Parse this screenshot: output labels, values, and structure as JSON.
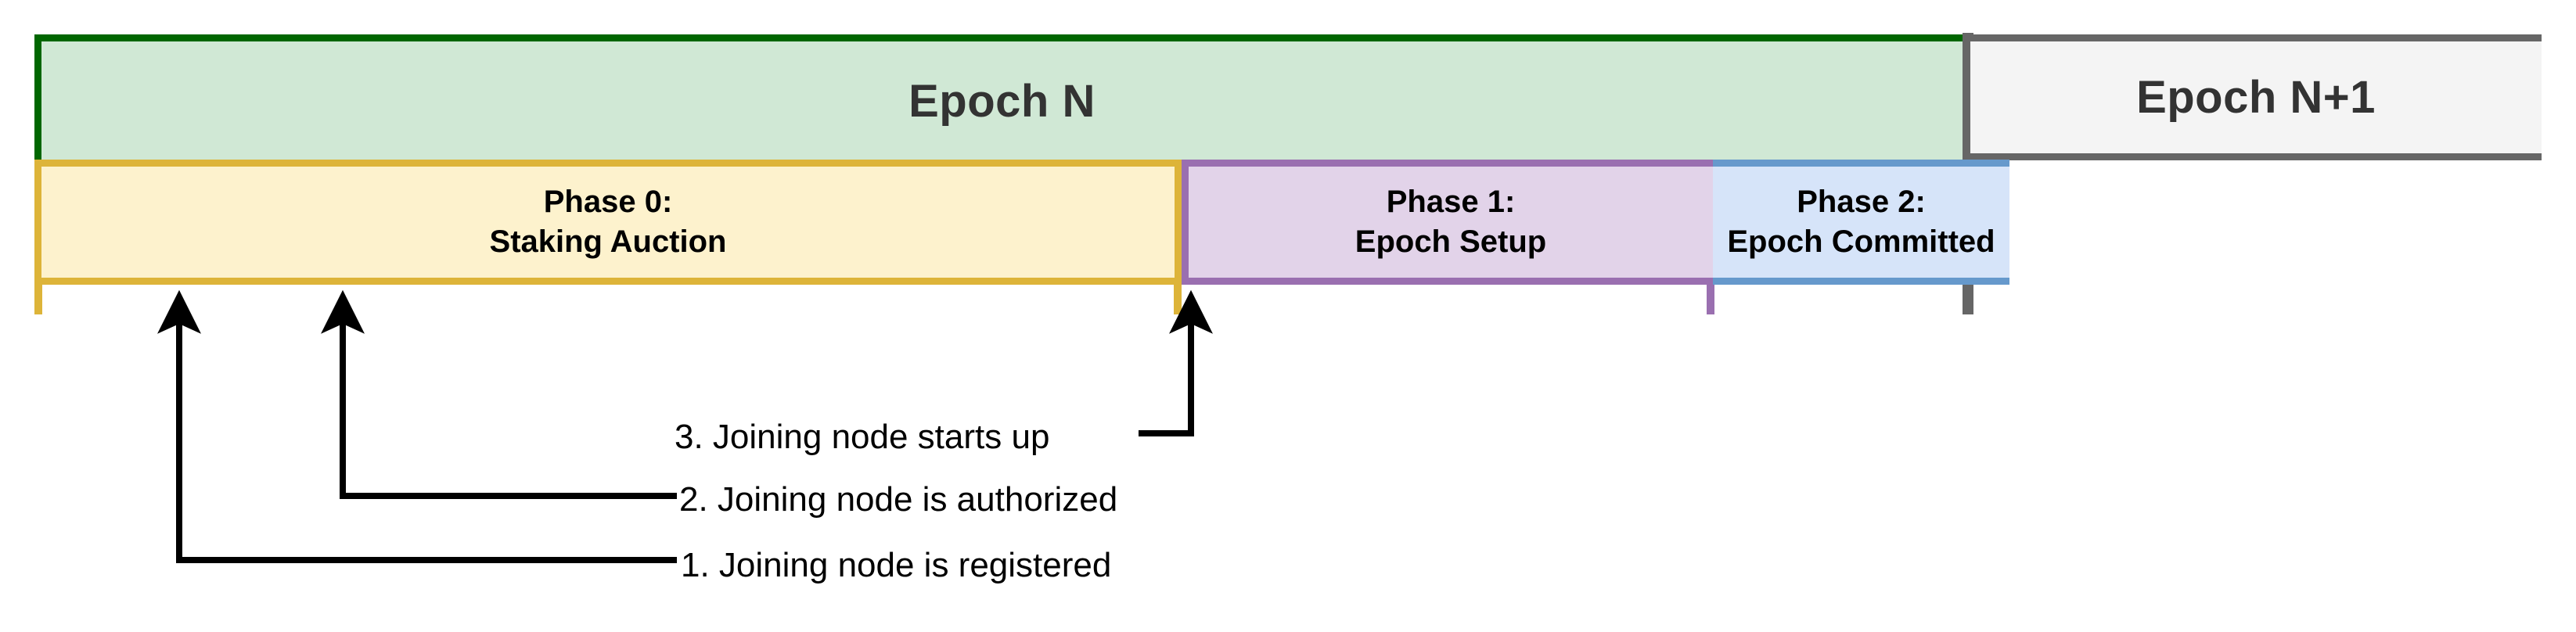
{
  "diagram": {
    "title": "Epoch phase timeline with joining-node events",
    "epochs": [
      {
        "id": "epoch-n",
        "label": "Epoch N",
        "fill": "#d0e8d5",
        "border": "#006600"
      },
      {
        "id": "epoch-n1",
        "label": "Epoch N+1",
        "fill": "#f4f4f4",
        "border": "#666666"
      }
    ],
    "phases": [
      {
        "id": "phase-0",
        "line1": "Phase 0:",
        "line2": "Staking Auction",
        "fill": "#fdf2cd",
        "border": "#ddb439"
      },
      {
        "id": "phase-1",
        "line1": "Phase 1:",
        "line2": "Epoch Setup",
        "fill": "#e2d3e9",
        "border": "#9a6fb0"
      },
      {
        "id": "phase-2",
        "line1": "Phase 2:",
        "line2": "Epoch Committed",
        "fill": "#d6e4f9",
        "border": "#6699cc"
      }
    ],
    "annotations": [
      {
        "id": "annotation-3",
        "text": "3. Joining node starts up"
      },
      {
        "id": "annotation-2",
        "text": "2. Joining node is authorized"
      },
      {
        "id": "annotation-1",
        "text": "1. Joining node is registered"
      }
    ]
  }
}
